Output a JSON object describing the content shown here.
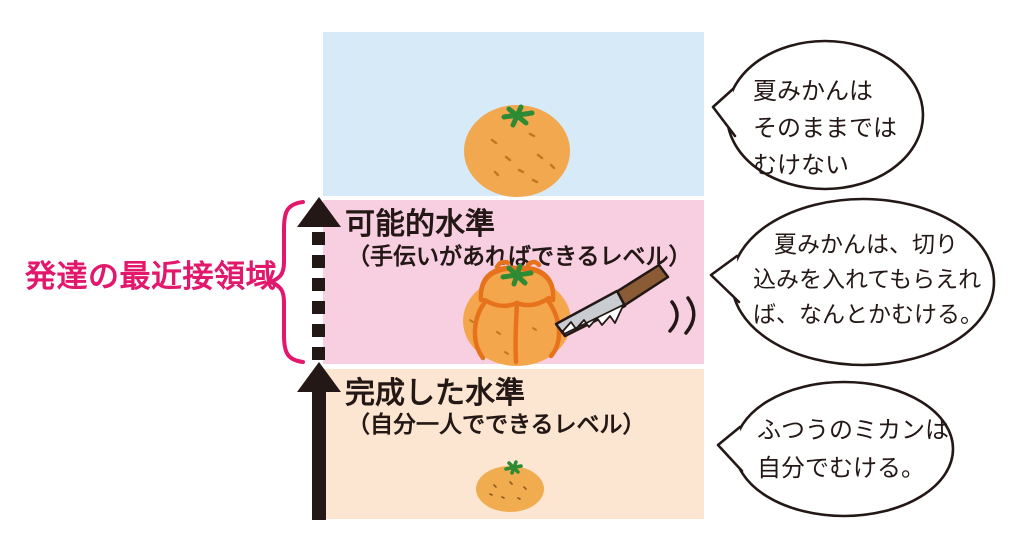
{
  "diagram": {
    "zpd_label": "発達の最近接領域",
    "zones": [
      {
        "id": "unreachable",
        "title": "",
        "subtitle": "",
        "color": "#D7EAF8",
        "illustration": "natsumikan-whole-orange"
      },
      {
        "id": "potential",
        "title": "可能的水準",
        "subtitle": "（手伝いがあればできるレベル）",
        "color": "#F8CFE1",
        "illustration": "orange-cut-with-knife"
      },
      {
        "id": "achieved",
        "title": "完成した水準",
        "subtitle": "（自分一人でできるレベル）",
        "color": "#FCE5D1",
        "illustration": "small-mandarin-orange"
      }
    ],
    "speech_bubbles": [
      {
        "lines": [
          "夏みかんは",
          "そのままでは",
          "むけない"
        ]
      },
      {
        "lines": [
          "夏みかんは、切り",
          "込みを入れてもらえれ",
          "ば、なんとかむける。"
        ]
      },
      {
        "lines": [
          "ふつうのミカンは",
          "自分でむける。"
        ]
      }
    ],
    "colors": {
      "accent_pink": "#E2186D",
      "zone_blue": "#D7EAF8",
      "zone_pink": "#F8CFE1",
      "zone_peach": "#FCE5D1",
      "orange_body": "#F2A84E",
      "orange_outline": "#E6731C",
      "stem_green": "#2E8B33",
      "arrow_black": "#231815",
      "knife_blade_gray": "#C9CDD2",
      "knife_handle_brown": "#8A5B35"
    }
  }
}
